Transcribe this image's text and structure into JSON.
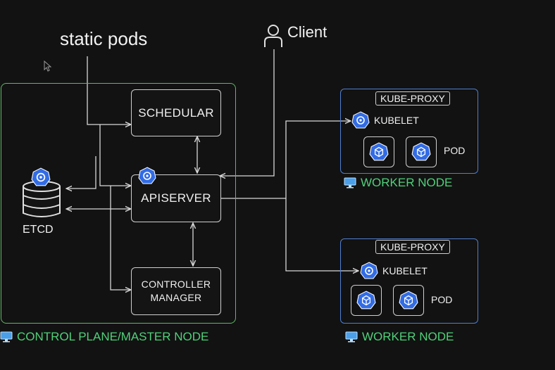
{
  "title": "static pods",
  "client": {
    "label": "Client"
  },
  "control_plane": {
    "label": "CONTROL PLANE/MASTER NODE",
    "schedular": "SCHEDULAR",
    "apiserver": "APISERVER",
    "controller_line1": "CONTROLLER",
    "controller_line2": "MANAGER",
    "etcd": "ETCD"
  },
  "worker_nodes": [
    {
      "label": "WORKER NODE",
      "proxy": "KUBE-PROXY",
      "kubelet": "KUBELET",
      "pod_label": "POD"
    },
    {
      "label": "WORKER NODE",
      "proxy": "KUBE-PROXY",
      "kubelet": "KUBELET",
      "pod_label": "POD"
    }
  ],
  "colors": {
    "background": "#121212",
    "control_plane_border": "#5dbb63",
    "worker_border": "#4f7fd0",
    "label_green": "#4fd17a",
    "k8s_blue": "#326ce5"
  },
  "icons": [
    "cursor-icon",
    "person-icon",
    "kubernetes-icon",
    "database-icon",
    "cube-icon",
    "monitor-icon"
  ]
}
